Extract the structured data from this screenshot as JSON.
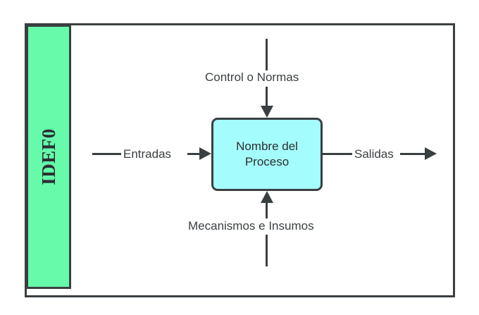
{
  "diagram": {
    "title": "IDEF0",
    "type": "IDEF0 process diagram",
    "band_label": "IDEF0",
    "process": {
      "name_line1": "Nombre del",
      "name_line2": "Proceso",
      "fill_color": "#a5fcfc",
      "border_color": "#3a3f41"
    },
    "flows": {
      "control": "Control o Normas",
      "input": "Entradas",
      "output": "Salidas",
      "mechanism": "Mecanismos e Insumos"
    },
    "colors": {
      "band": "#66fbaa",
      "stroke": "#3a3f41",
      "background": "#ffffff"
    }
  }
}
